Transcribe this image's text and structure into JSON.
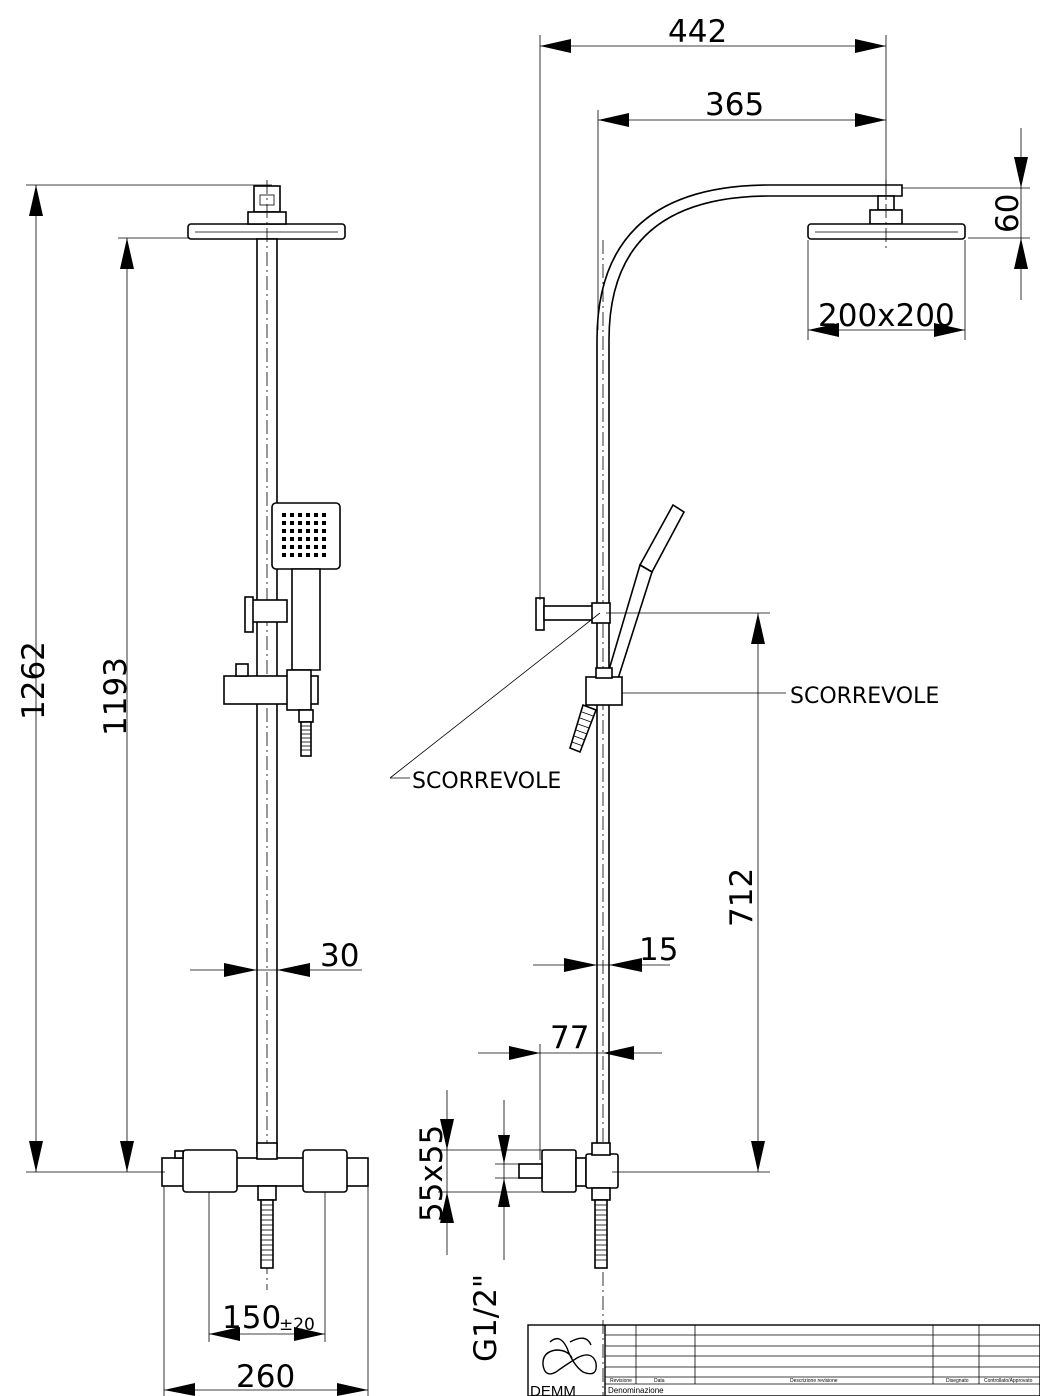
{
  "dimensions": {
    "total_height": "1262",
    "bar_height": "1193",
    "arm_reach": "442",
    "arm_from_bar": "365",
    "head_thickness": "60",
    "head_size": "200x200",
    "slider_height": "712",
    "bar_diameter_front": "30",
    "bar_diameter_side": "15",
    "valve_projection": "77",
    "valve_body": "55x55",
    "inlet_thread": "G1/2\"",
    "inlet_spacing": "150",
    "inlet_spacing_tol": "±20",
    "valve_width": "260"
  },
  "labels": {
    "sliding_holder": "SCORREVOLE",
    "sliding_bracket": "SCORREVOLE"
  },
  "title_block": {
    "logo": "DEMM",
    "revision_header": "Revisione",
    "date_header": "Data",
    "description_header": "Descrizione revisione",
    "drawn_header": "Disegnato",
    "checked_header": "Controllato/Approvato",
    "name_label": "Denominazione"
  }
}
